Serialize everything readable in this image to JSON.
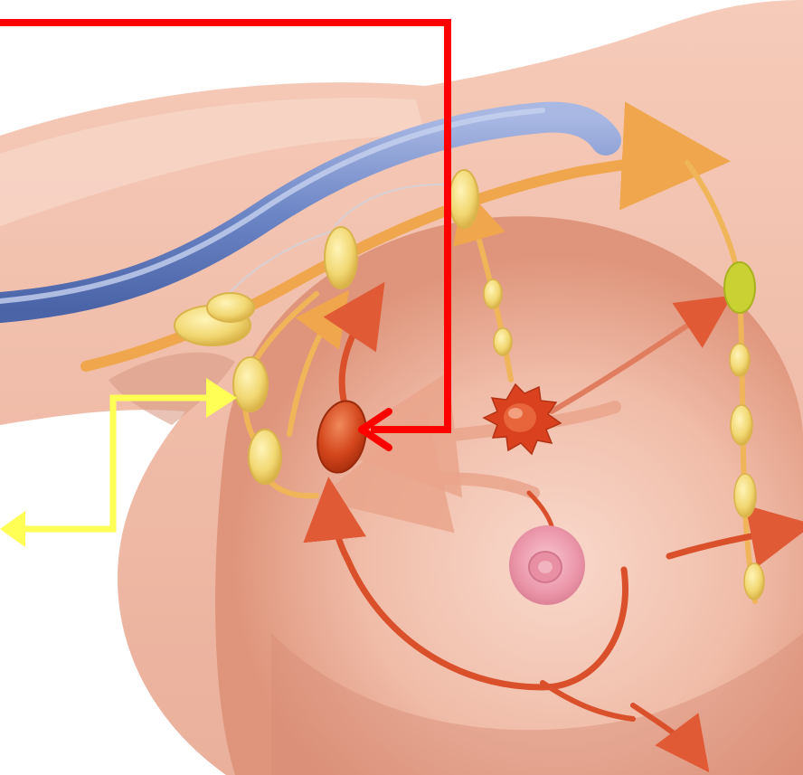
{
  "figure": {
    "subject": "breast-lymphatic-drainage-illustration",
    "colors": {
      "skin_light": "#f7d2c4",
      "skin_mid": "#eeb4a0",
      "skin_dark": "#d98b74",
      "vein": "#6d86c6",
      "lymph_vessel": "#f0a64c",
      "lymph_node": "#f2d873",
      "lymph_node_edge": "#d9b44a",
      "tumor": "#d9411f",
      "sentinel_node": "#c9440f",
      "highlight_node": "#c9d232",
      "pointer_red": "#ff0000",
      "pointer_yellow": "#ffff55",
      "nipple": "#e98aa0"
    },
    "pointers": [
      {
        "name": "red-pointer-arrow",
        "color": "#ff0000",
        "target": "sentinel-node"
      },
      {
        "name": "yellow-pointer-arrow",
        "color": "#ffff55",
        "target": "axillary-lymph-node"
      }
    ]
  }
}
